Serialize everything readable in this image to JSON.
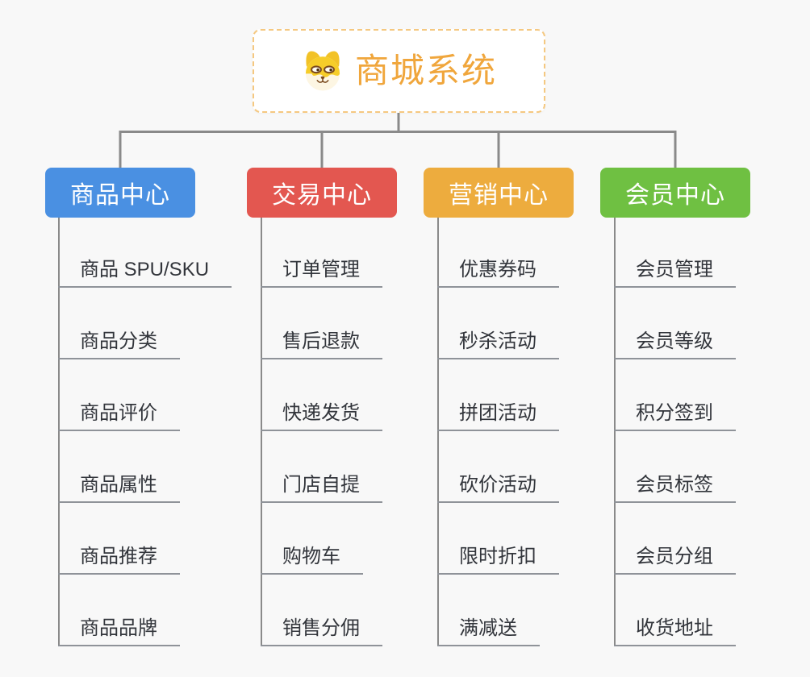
{
  "root": {
    "title": "商城系统",
    "icon": "doge-icon",
    "title_color": "#F0A63C",
    "border_color": "#F5C880"
  },
  "connector_color": "#8A8A8A",
  "branches": [
    {
      "label": "商品中心",
      "color": "#4A90E2",
      "children": [
        "商品 SPU/SKU",
        "商品分类",
        "商品评价",
        "商品属性",
        "商品推荐",
        "商品品牌"
      ]
    },
    {
      "label": "交易中心",
      "color": "#E35750",
      "children": [
        "订单管理",
        "售后退款",
        "快递发货",
        "门店自提",
        "购物车",
        "销售分佣"
      ]
    },
    {
      "label": "营销中心",
      "color": "#EDAC3E",
      "children": [
        "优惠券码",
        "秒杀活动",
        "拼团活动",
        "砍价活动",
        "限时折扣",
        "满减送"
      ]
    },
    {
      "label": "会员中心",
      "color": "#6FC042",
      "children": [
        "会员管理",
        "会员等级",
        "积分签到",
        "会员标签",
        "会员分组",
        "收货地址"
      ]
    }
  ]
}
